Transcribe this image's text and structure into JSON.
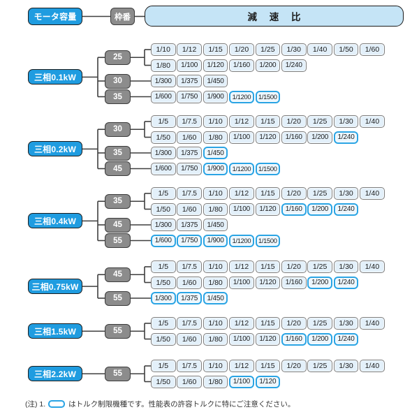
{
  "header": {
    "motor_capacity": "モータ容量",
    "frame_number": "枠番",
    "reduction_ratio": "減 速 比"
  },
  "colors": {
    "capacity_fill": "#1F9CE0",
    "frame_fill": "#8C8C8C",
    "ratio_header_fill": "#C5E4F6",
    "ratio_fill": "#E3F0FA",
    "ratio_border": "#7E7E7E",
    "limited_border": "#2AA4E4",
    "line": "#3F3F3F"
  },
  "groups": [
    {
      "capacity": "三相0.1kW",
      "branches": [
        {
          "frame": "25",
          "rows": [
            [
              {
                "label": "1/10",
                "limited": false
              },
              {
                "label": "1/12",
                "limited": false
              },
              {
                "label": "1/15",
                "limited": false
              },
              {
                "label": "1/20",
                "limited": false
              },
              {
                "label": "1/25",
                "limited": false
              },
              {
                "label": "1/30",
                "limited": false
              },
              {
                "label": "1/40",
                "limited": false
              },
              {
                "label": "1/50",
                "limited": false
              },
              {
                "label": "1/60",
                "limited": false
              }
            ],
            [
              {
                "label": "1/80",
                "limited": false
              },
              {
                "label": "1/100",
                "limited": false
              },
              {
                "label": "1/120",
                "limited": false
              },
              {
                "label": "1/160",
                "limited": false
              },
              {
                "label": "1/200",
                "limited": false
              },
              {
                "label": "1/240",
                "limited": false
              }
            ]
          ]
        },
        {
          "frame": "30",
          "rows": [
            [
              {
                "label": "1/300",
                "limited": false
              },
              {
                "label": "1/375",
                "limited": false
              },
              {
                "label": "1/450",
                "limited": false
              }
            ]
          ]
        },
        {
          "frame": "35",
          "rows": [
            [
              {
                "label": "1/600",
                "limited": false
              },
              {
                "label": "1/750",
                "limited": false
              },
              {
                "label": "1/900",
                "limited": false
              },
              {
                "label": "1/1200",
                "limited": true
              },
              {
                "label": "1/1500",
                "limited": true
              }
            ]
          ]
        }
      ]
    },
    {
      "capacity": "三相0.2kW",
      "branches": [
        {
          "frame": "30",
          "rows": [
            [
              {
                "label": "1/5",
                "limited": false
              },
              {
                "label": "1/7.5",
                "limited": false
              },
              {
                "label": "1/10",
                "limited": false
              },
              {
                "label": "1/12",
                "limited": false
              },
              {
                "label": "1/15",
                "limited": false
              },
              {
                "label": "1/20",
                "limited": false
              },
              {
                "label": "1/25",
                "limited": false
              },
              {
                "label": "1/30",
                "limited": false
              },
              {
                "label": "1/40",
                "limited": false
              }
            ],
            [
              {
                "label": "1/50",
                "limited": false
              },
              {
                "label": "1/60",
                "limited": false
              },
              {
                "label": "1/80",
                "limited": false
              },
              {
                "label": "1/100",
                "limited": false
              },
              {
                "label": "1/120",
                "limited": false
              },
              {
                "label": "1/160",
                "limited": false
              },
              {
                "label": "1/200",
                "limited": false
              },
              {
                "label": "1/240",
                "limited": true
              }
            ]
          ]
        },
        {
          "frame": "35",
          "rows": [
            [
              {
                "label": "1/300",
                "limited": false
              },
              {
                "label": "1/375",
                "limited": false
              },
              {
                "label": "1/450",
                "limited": true
              }
            ]
          ]
        },
        {
          "frame": "45",
          "rows": [
            [
              {
                "label": "1/600",
                "limited": false
              },
              {
                "label": "1/750",
                "limited": false
              },
              {
                "label": "1/900",
                "limited": true
              },
              {
                "label": "1/1200",
                "limited": true
              },
              {
                "label": "1/1500",
                "limited": true
              }
            ]
          ]
        }
      ]
    },
    {
      "capacity": "三相0.4kW",
      "branches": [
        {
          "frame": "35",
          "rows": [
            [
              {
                "label": "1/5",
                "limited": false
              },
              {
                "label": "1/7.5",
                "limited": false
              },
              {
                "label": "1/10",
                "limited": false
              },
              {
                "label": "1/12",
                "limited": false
              },
              {
                "label": "1/15",
                "limited": false
              },
              {
                "label": "1/20",
                "limited": false
              },
              {
                "label": "1/25",
                "limited": false
              },
              {
                "label": "1/30",
                "limited": false
              },
              {
                "label": "1/40",
                "limited": false
              }
            ],
            [
              {
                "label": "1/50",
                "limited": false
              },
              {
                "label": "1/60",
                "limited": false
              },
              {
                "label": "1/80",
                "limited": false
              },
              {
                "label": "1/100",
                "limited": false
              },
              {
                "label": "1/120",
                "limited": false
              },
              {
                "label": "1/160",
                "limited": true
              },
              {
                "label": "1/200",
                "limited": true
              },
              {
                "label": "1/240",
                "limited": true
              }
            ]
          ]
        },
        {
          "frame": "45",
          "rows": [
            [
              {
                "label": "1/300",
                "limited": false
              },
              {
                "label": "1/375",
                "limited": false
              },
              {
                "label": "1/450",
                "limited": false
              }
            ]
          ]
        },
        {
          "frame": "55",
          "rows": [
            [
              {
                "label": "1/600",
                "limited": true
              },
              {
                "label": "1/750",
                "limited": true
              },
              {
                "label": "1/900",
                "limited": true
              },
              {
                "label": "1/1200",
                "limited": true
              },
              {
                "label": "1/1500",
                "limited": true
              }
            ]
          ]
        }
      ]
    },
    {
      "capacity": "三相0.75kW",
      "branches": [
        {
          "frame": "45",
          "rows": [
            [
              {
                "label": "1/5",
                "limited": false
              },
              {
                "label": "1/7.5",
                "limited": false
              },
              {
                "label": "1/10",
                "limited": false
              },
              {
                "label": "1/12",
                "limited": false
              },
              {
                "label": "1/15",
                "limited": false
              },
              {
                "label": "1/20",
                "limited": false
              },
              {
                "label": "1/25",
                "limited": false
              },
              {
                "label": "1/30",
                "limited": false
              },
              {
                "label": "1/40",
                "limited": false
              }
            ],
            [
              {
                "label": "1/50",
                "limited": false
              },
              {
                "label": "1/60",
                "limited": false
              },
              {
                "label": "1/80",
                "limited": false
              },
              {
                "label": "1/100",
                "limited": false
              },
              {
                "label": "1/120",
                "limited": false
              },
              {
                "label": "1/160",
                "limited": false
              },
              {
                "label": "1/200",
                "limited": true
              },
              {
                "label": "1/240",
                "limited": true
              }
            ]
          ]
        },
        {
          "frame": "55",
          "rows": [
            [
              {
                "label": "1/300",
                "limited": true
              },
              {
                "label": "1/375",
                "limited": true
              },
              {
                "label": "1/450",
                "limited": true
              }
            ]
          ]
        }
      ]
    },
    {
      "capacity": "三相1.5kW",
      "branches": [
        {
          "frame": "55",
          "rows": [
            [
              {
                "label": "1/5",
                "limited": false
              },
              {
                "label": "1/7.5",
                "limited": false
              },
              {
                "label": "1/10",
                "limited": false
              },
              {
                "label": "1/12",
                "limited": false
              },
              {
                "label": "1/15",
                "limited": false
              },
              {
                "label": "1/20",
                "limited": false
              },
              {
                "label": "1/25",
                "limited": false
              },
              {
                "label": "1/30",
                "limited": false
              },
              {
                "label": "1/40",
                "limited": false
              }
            ],
            [
              {
                "label": "1/50",
                "limited": false
              },
              {
                "label": "1/60",
                "limited": false
              },
              {
                "label": "1/80",
                "limited": false
              },
              {
                "label": "1/100",
                "limited": false
              },
              {
                "label": "1/120",
                "limited": false
              },
              {
                "label": "1/160",
                "limited": true
              },
              {
                "label": "1/200",
                "limited": true
              },
              {
                "label": "1/240",
                "limited": true
              }
            ]
          ]
        }
      ]
    },
    {
      "capacity": "三相2.2kW",
      "branches": [
        {
          "frame": "55",
          "rows": [
            [
              {
                "label": "1/5",
                "limited": false
              },
              {
                "label": "1/7.5",
                "limited": false
              },
              {
                "label": "1/10",
                "limited": false
              },
              {
                "label": "1/12",
                "limited": false
              },
              {
                "label": "1/15",
                "limited": false
              },
              {
                "label": "1/20",
                "limited": false
              },
              {
                "label": "1/25",
                "limited": false
              },
              {
                "label": "1/30",
                "limited": false
              },
              {
                "label": "1/40",
                "limited": false
              }
            ],
            [
              {
                "label": "1/50",
                "limited": false
              },
              {
                "label": "1/60",
                "limited": false
              },
              {
                "label": "1/80",
                "limited": false
              },
              {
                "label": "1/100",
                "limited": true
              },
              {
                "label": "1/120",
                "limited": true
              }
            ]
          ]
        }
      ]
    }
  ],
  "footnote": {
    "prefix": "(注) 1.",
    "text": "はトルク制限機種です。性能表の許容トルクに特にご注意ください。"
  }
}
